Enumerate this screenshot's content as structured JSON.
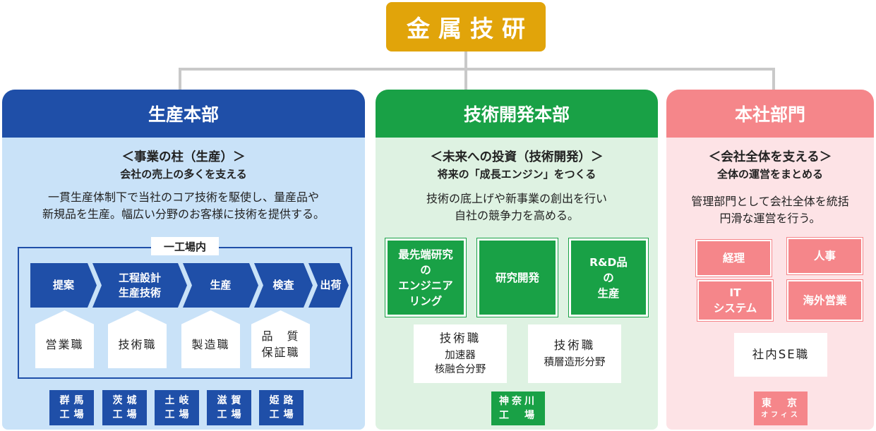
{
  "company": "金属技研",
  "columns": {
    "production": {
      "title": "生産本部",
      "tagline": "＜事業の柱（生産）＞",
      "subline": "会社の売上の多くを支える",
      "desc1": "一貫生産体制下で当社のコア技術を駆使し、量産品や",
      "desc2": "新規品を生産。幅広い分野のお客様に技術を提供する。",
      "factory_label": "一工場内",
      "flow": [
        {
          "line1": "提案",
          "line2": ""
        },
        {
          "line1": "工程設計",
          "line2": "生産技術"
        },
        {
          "line1": "生産",
          "line2": ""
        },
        {
          "line1": "検査",
          "line2": ""
        },
        {
          "line1": "出荷",
          "line2": ""
        }
      ],
      "roles": [
        {
          "line1": "営業職",
          "line2": ""
        },
        {
          "line1": "技術職",
          "line2": ""
        },
        {
          "line1": "製造職",
          "line2": ""
        },
        {
          "line1": "品　質",
          "line2": "保証職"
        }
      ],
      "sites": [
        {
          "line1": "群馬",
          "line2": "工場"
        },
        {
          "line1": "茨城",
          "line2": "工場"
        },
        {
          "line1": "土岐",
          "line2": "工場"
        },
        {
          "line1": "滋賀",
          "line2": "工場"
        },
        {
          "line1": "姫路",
          "line2": "工場"
        }
      ]
    },
    "tech": {
      "title": "技術開発本部",
      "tagline": "＜未来への投資（技術開発）＞",
      "subline": "将来の「成長エンジン」をつくる",
      "desc1": "技術の底上げや新事業の創出を行い",
      "desc2": "自社の競争力を高める。",
      "boxes": [
        {
          "line1": "最先端研究",
          "line2": "の",
          "line3": "エンジニア",
          "line4": "リング"
        },
        {
          "line1": "研究開発",
          "line2": "",
          "line3": "",
          "line4": ""
        },
        {
          "line1": "R&D品",
          "line2": "の",
          "line3": "生産",
          "line4": ""
        }
      ],
      "roles": [
        {
          "title": "技術職",
          "line1": "加速器",
          "line2": "核融合分野"
        },
        {
          "title": "技術職",
          "line1": "積層造形分野",
          "line2": ""
        }
      ],
      "site": {
        "line1": "神奈川",
        "line2": "工　場"
      }
    },
    "hq": {
      "title": "本社部門",
      "tagline": "＜会社全体を支える＞",
      "subline": "全体の運営をまとめる",
      "desc1": "管理部門として会社全体を統括",
      "desc2": "円滑な運営を行う。",
      "depts": [
        {
          "line1": "経理",
          "line2": ""
        },
        {
          "line1": "人事",
          "line2": ""
        },
        {
          "line1": "IT",
          "line2": "システム"
        },
        {
          "line1": "海外営業",
          "line2": ""
        }
      ],
      "role": "社内SE職",
      "office": {
        "line1": "東　京",
        "line2": "オフィス"
      }
    }
  },
  "colors": {
    "gold": "#e1a40a",
    "production": "#1f4fa8",
    "production_bg": "#c9e2f8",
    "tech": "#19a146",
    "tech_bg": "#def2e2",
    "hq": "#f5868a",
    "hq_bg": "#fde3e6"
  }
}
